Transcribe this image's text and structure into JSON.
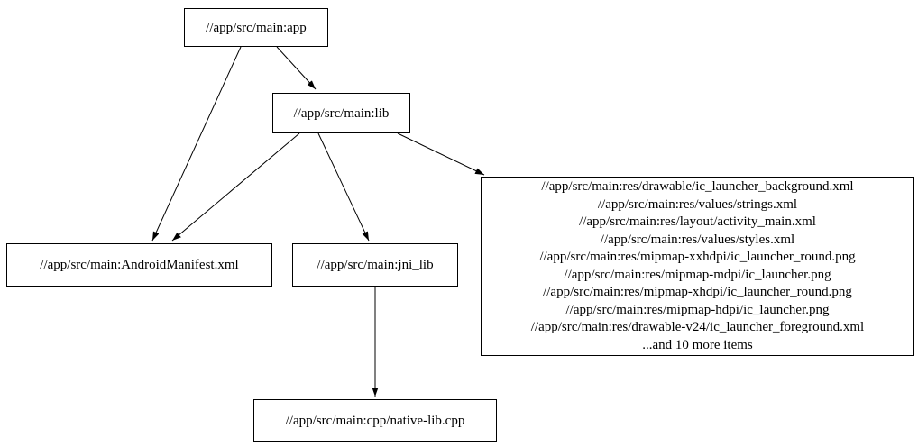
{
  "colors": {
    "background": "#ffffff",
    "node_fill": "#ffffff",
    "node_border": "#000000",
    "edge": "#000000",
    "text": "#000000"
  },
  "nodes": {
    "app": {
      "label": "//app/src/main:app"
    },
    "lib": {
      "label": "//app/src/main:lib"
    },
    "android_manifest": {
      "label": "//app/src/main:AndroidManifest.xml"
    },
    "jni_lib": {
      "label": "//app/src/main:jni_lib"
    },
    "res_group": {
      "lines": [
        "//app/src/main:res/drawable/ic_launcher_background.xml",
        "//app/src/main:res/values/strings.xml",
        "//app/src/main:res/layout/activity_main.xml",
        "//app/src/main:res/values/styles.xml",
        "//app/src/main:res/mipmap-xxhdpi/ic_launcher_round.png",
        "//app/src/main:res/mipmap-mdpi/ic_launcher.png",
        "//app/src/main:res/mipmap-xhdpi/ic_launcher_round.png",
        "//app/src/main:res/mipmap-hdpi/ic_launcher.png",
        "//app/src/main:res/drawable-v24/ic_launcher_foreground.xml",
        "...and 10 more items"
      ]
    },
    "native_lib_cpp": {
      "label": "//app/src/main:cpp/native-lib.cpp"
    }
  },
  "edges": [
    {
      "from": "//app/src/main:app",
      "to": "//app/src/main:lib"
    },
    {
      "from": "//app/src/main:app",
      "to": "//app/src/main:AndroidManifest.xml"
    },
    {
      "from": "//app/src/main:lib",
      "to": "//app/src/main:AndroidManifest.xml"
    },
    {
      "from": "//app/src/main:lib",
      "to": "//app/src/main:jni_lib"
    },
    {
      "from": "//app/src/main:lib",
      "to": "res_group"
    },
    {
      "from": "//app/src/main:jni_lib",
      "to": "//app/src/main:cpp/native-lib.cpp"
    }
  ]
}
